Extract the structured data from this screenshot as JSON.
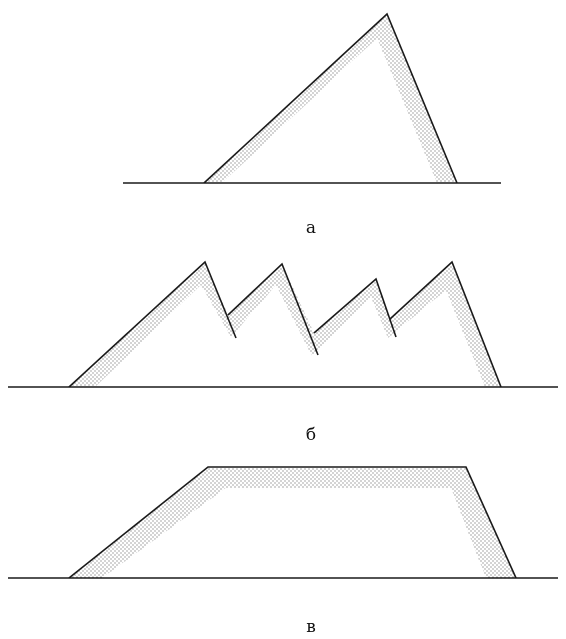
{
  "diagram": {
    "colors": {
      "line": "#1a1a1a",
      "stipple": "#7a7a7a",
      "background": "#ffffff"
    },
    "panels": [
      {
        "id": "a",
        "caption": "а",
        "shape": "single-peak"
      },
      {
        "id": "b",
        "caption": "б",
        "shape": "sawtooth-four-peaks"
      },
      {
        "id": "c",
        "caption": "в",
        "shape": "trapezoid"
      }
    ]
  }
}
